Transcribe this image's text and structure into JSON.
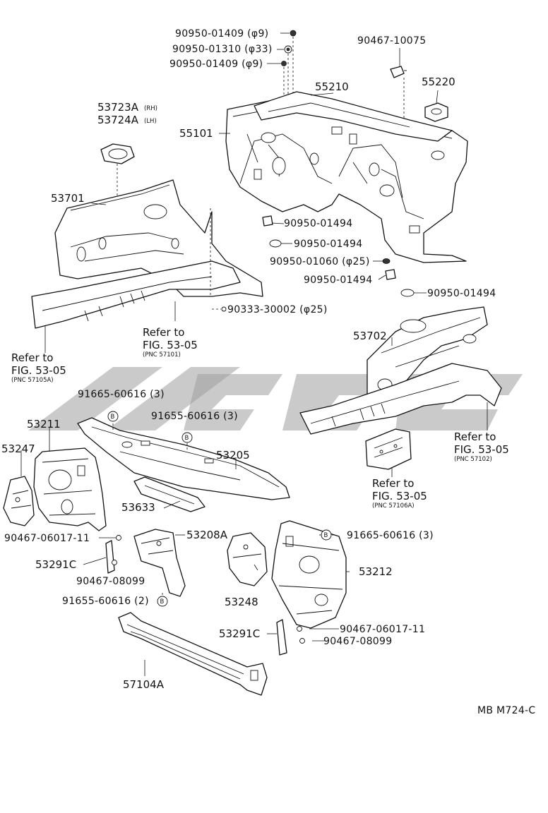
{
  "diagram_code": "MB M724-C",
  "labels": {
    "p90950_01409_a": "90950-01409 (φ9)",
    "p90950_01310": "90950-01310 (φ33)",
    "p90950_01409_b": "90950-01409 (φ9)",
    "p90467_10075": "90467-10075",
    "p55210": "55210",
    "p55220": "55220",
    "p53723A": "53723A",
    "p53723A_side": "(RH)",
    "p53724A": "53724A",
    "p53724A_side": "(LH)",
    "p55101": "55101",
    "p53701": "53701",
    "p90950_01494_a": "90950-01494",
    "p90950_01494_b": "90950-01494",
    "p90950_01060": "90950-01060 (φ25)",
    "p90950_01494_c": "90950-01494",
    "p90950_01494_d": "90950-01494",
    "p90333_30002": "90333-30002 (φ25)",
    "p53702": "53702",
    "p91665_60616_a": "91665-60616 (3)",
    "p91655_60616_a": "91655-60616 (3)",
    "p53211": "53211",
    "p53247": "53247",
    "p53205": "53205",
    "p53633": "53633",
    "p53208A": "53208A",
    "p91665_60616_b": "91665-60616 (3)",
    "p90467_06017_11_a": "90467-06017-11",
    "p53291C_a": "53291C",
    "p90467_08099_a": "90467-08099",
    "p91655_60616_b": "91655-60616 (2)",
    "p53248": "53248",
    "p53212": "53212",
    "p53291C_b": "53291C",
    "p90467_06017_11_b": "90467-06017-11",
    "p90467_08099_b": "90467-08099",
    "p57104A": "57104A",
    "circle_B": "B"
  },
  "refs": {
    "ref_57105A": {
      "l1": "Refer to",
      "l2": "FIG. 53-05",
      "l3": "(PNC 57105A)"
    },
    "ref_57101": {
      "l1": "Refer to",
      "l2": "FIG. 53-05",
      "l3": "(PNC 57101)"
    },
    "ref_57102": {
      "l1": "Refer to",
      "l2": "FIG. 53-05",
      "l3": "(PNC 57102)"
    },
    "ref_57106A": {
      "l1": "Refer to",
      "l2": "FIG. 53-05",
      "l3": "(PNC 57106A)"
    }
  }
}
